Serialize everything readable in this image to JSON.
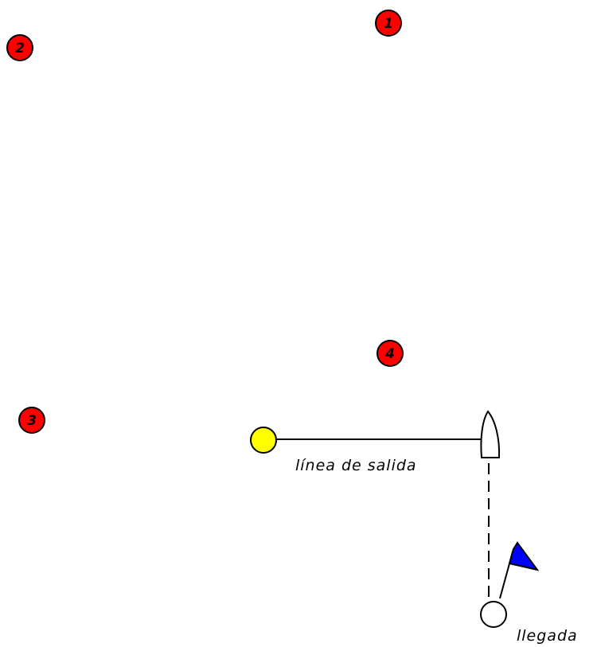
{
  "course": {
    "start_line_label": "línea de salida",
    "finish_label": "llegada",
    "marks": [
      {
        "id": "1",
        "label": "1",
        "color": "#ff0000"
      },
      {
        "id": "2",
        "label": "2",
        "color": "#ff0000"
      },
      {
        "id": "3",
        "label": "3",
        "color": "#ff0000"
      },
      {
        "id": "4",
        "label": "4",
        "color": "#ff0000"
      }
    ],
    "start_buoy_color": "#ffff00",
    "finish_buoy_color": "#ffffff",
    "flag_color": "#0000ff"
  }
}
